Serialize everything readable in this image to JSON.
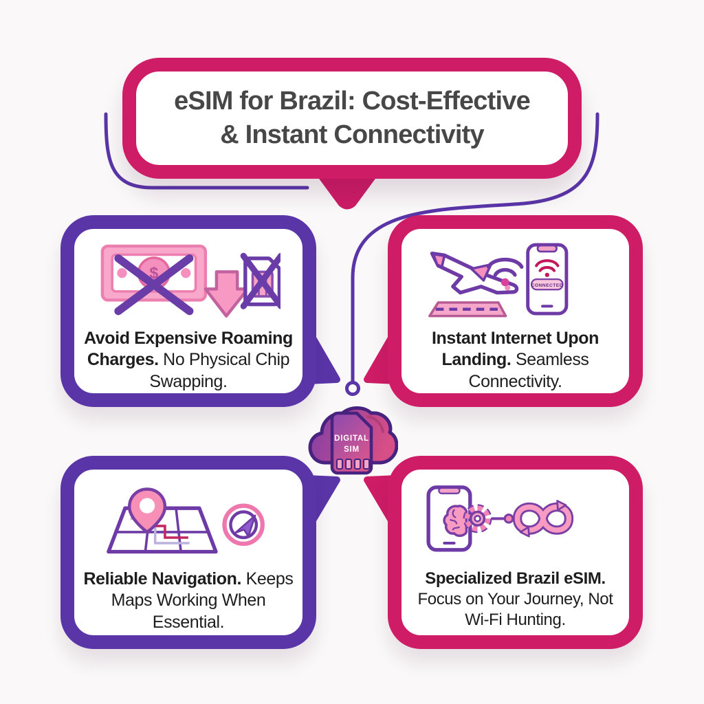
{
  "colors": {
    "crimson": "#CE1C66",
    "purple": "#5A35A8",
    "icon-purple": "#6E3AA6",
    "pink": "#F48FBE",
    "pink-deep": "#E4679E",
    "title-text": "#474747",
    "body-text": "#1D1D1D",
    "background": "#FAF8F8",
    "cloud-outline": "#47227F"
  },
  "title": {
    "line1": "eSIM for Brazil: Cost-Effective",
    "line2": "& Instant Connectivity"
  },
  "center_icon": {
    "label_top": "DIGITAL",
    "label_bottom": "SIM"
  },
  "cards": [
    {
      "id": "roaming",
      "icon": "money-crossed-sim-icon",
      "headline": "Avoid Expensive Roaming Charges.",
      "detail": " No Physical Chip Swapping."
    },
    {
      "id": "landing",
      "icon": "plane-wifi-phone-icon",
      "headline": "Instant Internet Upon Landing.",
      "detail": " Seamless Connectivity.",
      "phone_badge": "CONNECTED"
    },
    {
      "id": "navigation",
      "icon": "map-pin-compass-icon",
      "headline": "Reliable Navigation.",
      "detail": " Keeps Maps Working When Essential."
    },
    {
      "id": "esim",
      "icon": "phone-brain-infinity-icon",
      "headline": "Specialized Brazil eSIM.",
      "detail": " Focus on Your Journey, Not Wi-Fi Hunting."
    }
  ]
}
